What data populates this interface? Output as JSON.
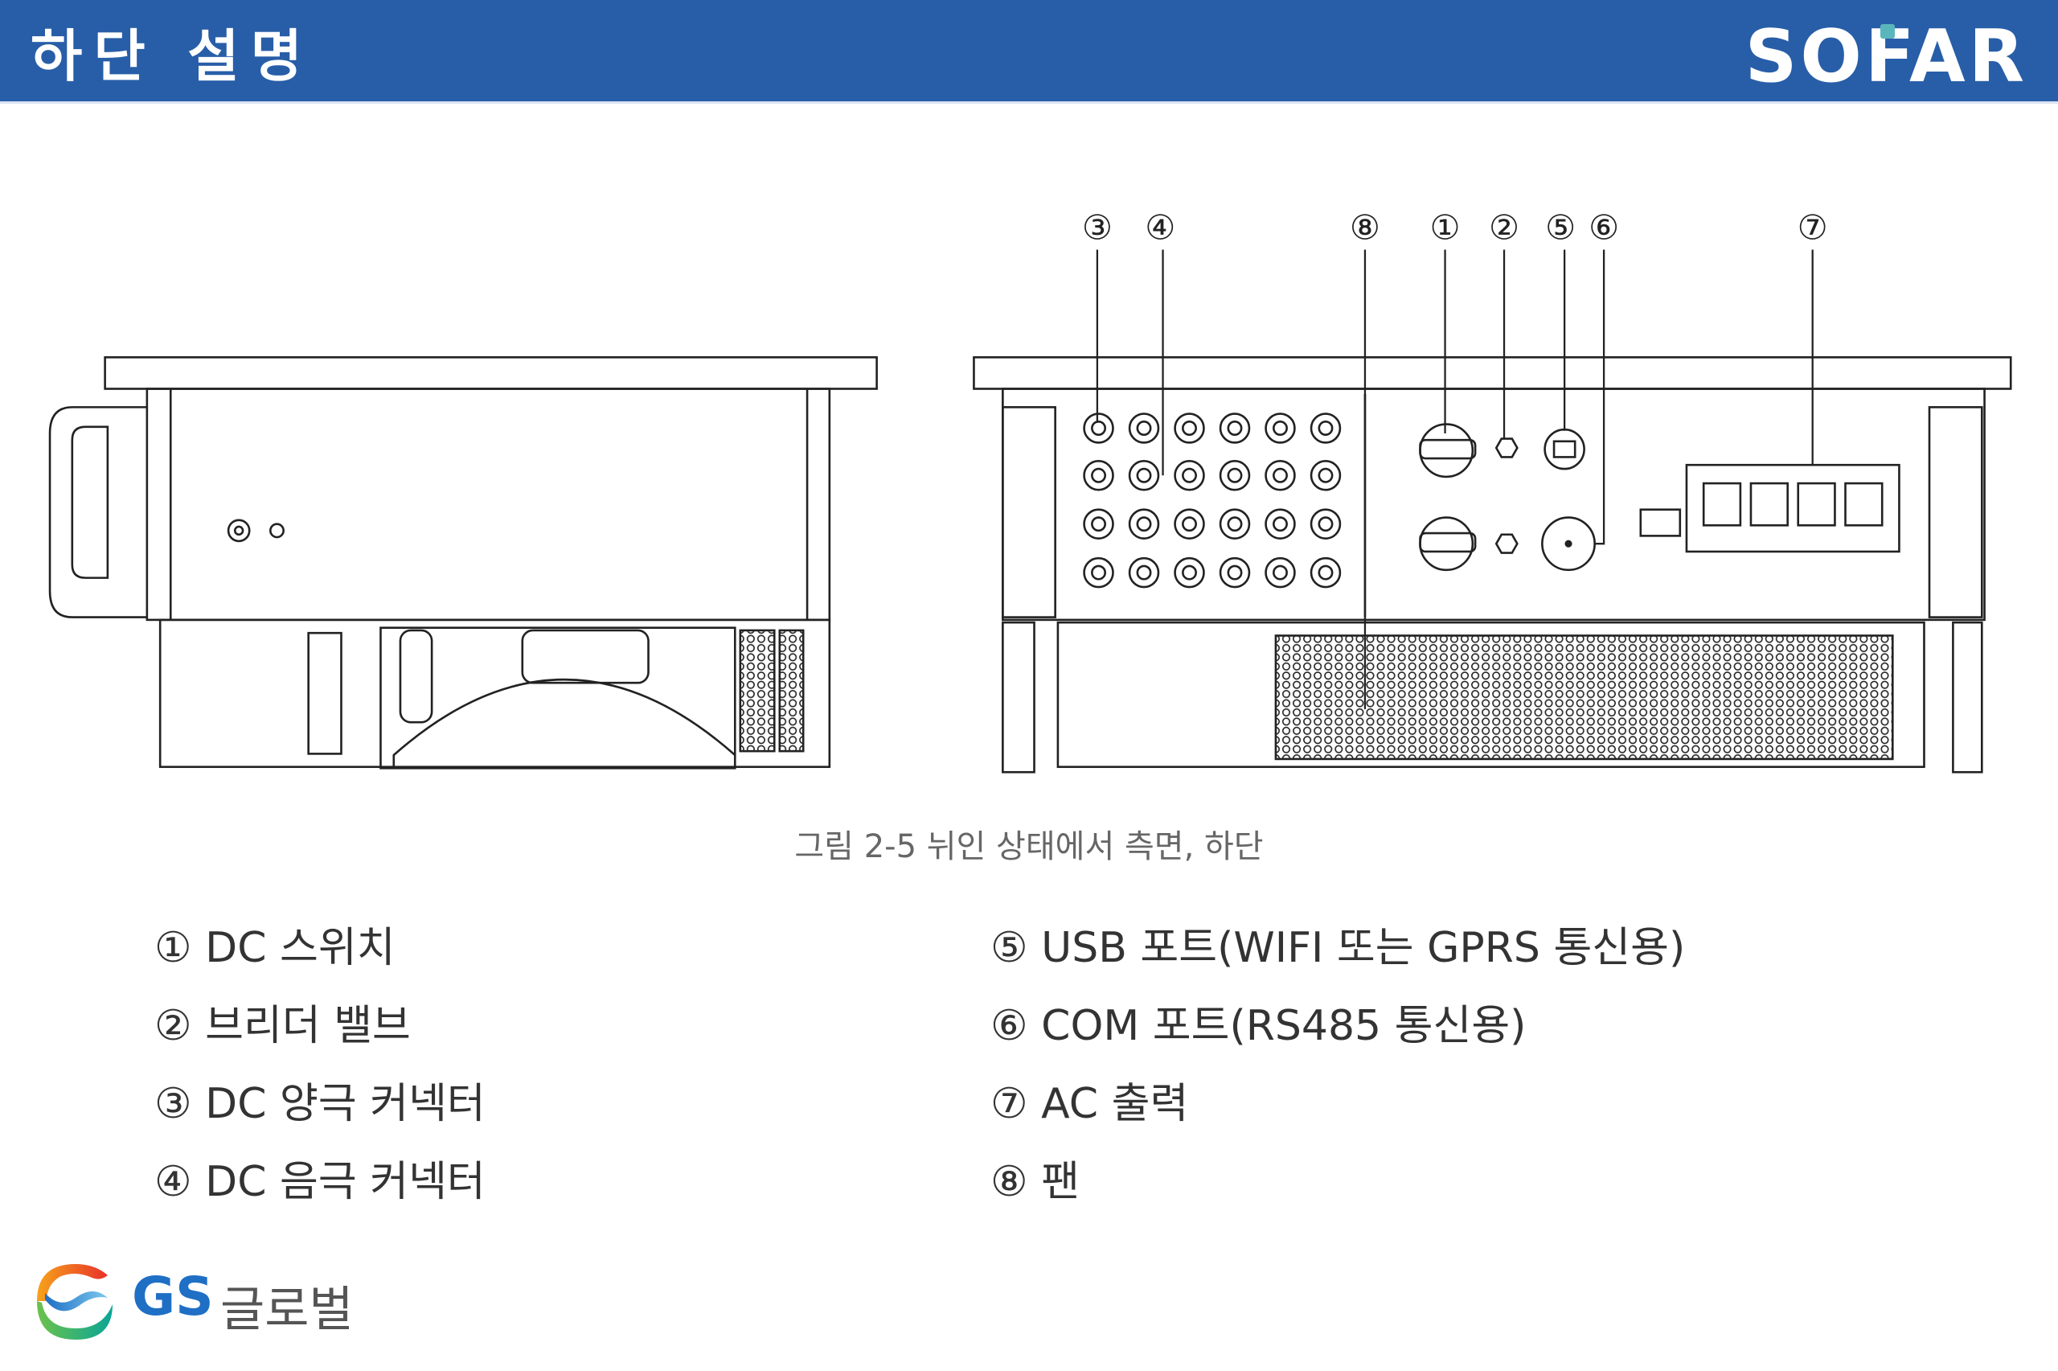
{
  "header": {
    "title": "하단 설명",
    "brand": "SOFAR"
  },
  "callouts": [
    "③",
    "④",
    "⑧",
    "①",
    "②",
    "⑤",
    "⑥",
    "⑦"
  ],
  "caption": "그림 2-5 뉘인 상태에서 측면, 하단",
  "legend": {
    "left": [
      "① DC 스위치",
      "② 브리더 밸브",
      "③ DC 양극 커넥터",
      "④ DC 음극 커넥터"
    ],
    "right": [
      "⑤ USB 포트(WIFI 또는 GPRS 통신용)",
      "⑥ COM 포트(RS485 통신용)",
      "⑦ AC 출력",
      "⑧ 팬"
    ]
  },
  "footer_logo": {
    "gs": "GS",
    "name": "글로벌"
  },
  "colors": {
    "header": "#285ea8",
    "accent": "#5ab6bd",
    "gs_blue": "#1f6fc5"
  }
}
